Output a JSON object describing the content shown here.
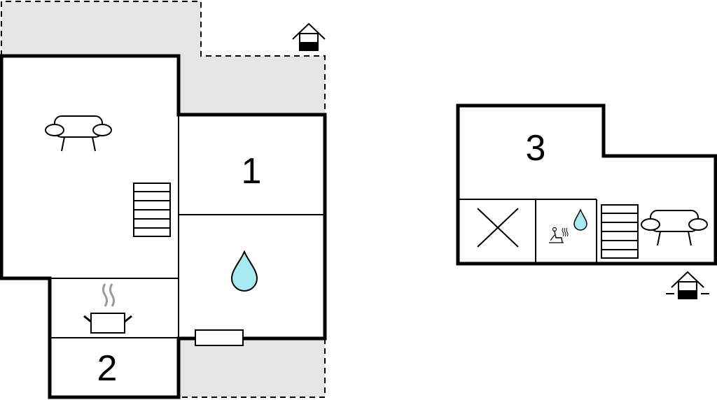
{
  "floors": [
    {
      "rooms": [
        {
          "label": "1",
          "icon": "shower-drop-icon"
        },
        {
          "label": "2",
          "icon": "cooking-pot-icon"
        }
      ],
      "features": [
        "sofa-icon",
        "stairs-icon",
        "entrance-icon",
        "window",
        "terrace"
      ]
    },
    {
      "rooms": [
        {
          "label": "3"
        }
      ],
      "features": [
        "sofa-icon",
        "stairs-icon",
        "sauna-icon",
        "water-drop-icon",
        "void-cross",
        "entrance-icon"
      ]
    }
  ],
  "colors": {
    "wall": "#000000",
    "terrace": "#e6e6e6",
    "water": "#a9eaf2"
  }
}
